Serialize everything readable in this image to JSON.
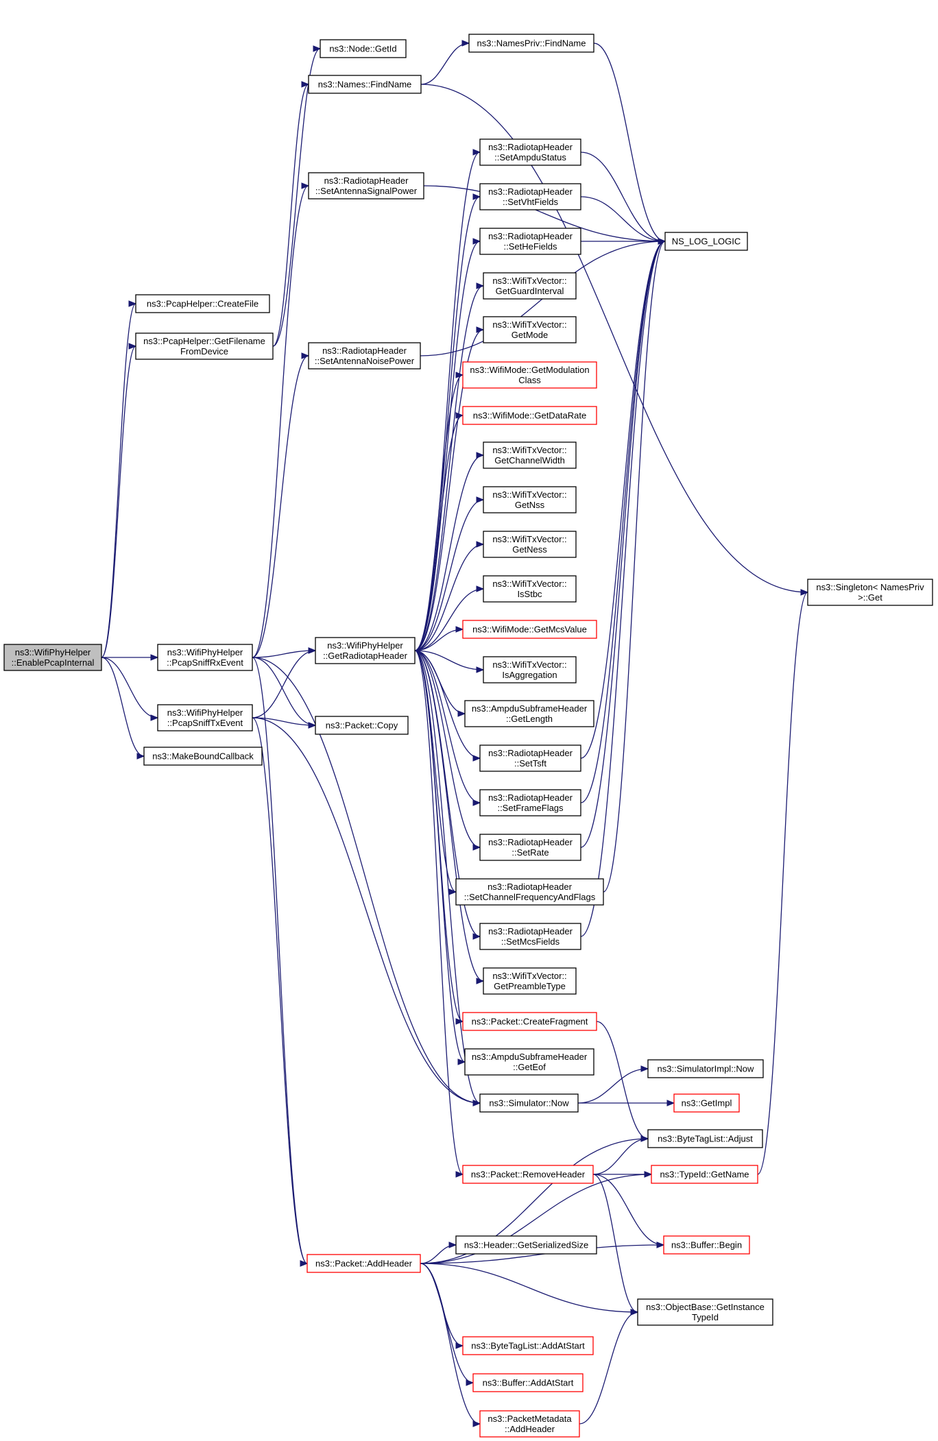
{
  "diagram": {
    "type": "call-graph",
    "colors": {
      "edge": "#191970",
      "node_border": "#000000",
      "node_border_truncated": "#ff0000",
      "root_fill": "#bfbfbf",
      "node_fill": "#ffffff"
    },
    "nodes": [
      {
        "id": "root",
        "lines": [
          "ns3::WifiPhyHelper",
          "::EnablePcapInternal"
        ],
        "root": true
      },
      {
        "id": "createfile",
        "lines": [
          "ns3::PcapHelper::CreateFile"
        ]
      },
      {
        "id": "getfilename",
        "lines": [
          "ns3::PcapHelper::GetFilename",
          "FromDevice"
        ]
      },
      {
        "id": "getid",
        "lines": [
          "ns3::Node::GetId"
        ]
      },
      {
        "id": "namesfind",
        "lines": [
          "ns3::Names::FindName"
        ]
      },
      {
        "id": "namesprivfind",
        "lines": [
          "ns3::NamesPriv::FindName"
        ]
      },
      {
        "id": "singleton",
        "lines": [
          "ns3::Singleton< NamesPriv",
          ">::Get"
        ]
      },
      {
        "id": "nslog",
        "lines": [
          "NS_LOG_LOGIC"
        ]
      },
      {
        "id": "sniffrx",
        "lines": [
          "ns3::WifiPhyHelper",
          "::PcapSniffRxEvent"
        ]
      },
      {
        "id": "snifftx",
        "lines": [
          "ns3::WifiPhyHelper",
          "::PcapSniffTxEvent"
        ]
      },
      {
        "id": "makebound",
        "lines": [
          "ns3::MakeBoundCallback"
        ]
      },
      {
        "id": "sigpower",
        "lines": [
          "ns3::RadiotapHeader",
          "::SetAntennaSignalPower"
        ]
      },
      {
        "id": "noisepower",
        "lines": [
          "ns3::RadiotapHeader",
          "::SetAntennaNoisePower"
        ]
      },
      {
        "id": "getradiotap",
        "lines": [
          "ns3::WifiPhyHelper",
          "::GetRadiotapHeader"
        ]
      },
      {
        "id": "pktcopy",
        "lines": [
          "ns3::Packet::Copy"
        ]
      },
      {
        "id": "ampdustatus",
        "lines": [
          "ns3::RadiotapHeader",
          "::SetAmpduStatus"
        ]
      },
      {
        "id": "vhtfields",
        "lines": [
          "ns3::RadiotapHeader",
          "::SetVhtFields"
        ]
      },
      {
        "id": "hefields",
        "lines": [
          "ns3::RadiotapHeader",
          "::SetHeFields"
        ]
      },
      {
        "id": "guardint",
        "lines": [
          "ns3::WifiTxVector::",
          "GetGuardInterval"
        ]
      },
      {
        "id": "getmode",
        "lines": [
          "ns3::WifiTxVector::",
          "GetMode"
        ]
      },
      {
        "id": "modclass",
        "lines": [
          "ns3::WifiMode::GetModulation",
          "Class"
        ],
        "truncated": true
      },
      {
        "id": "datarate",
        "lines": [
          "ns3::WifiMode::GetDataRate"
        ],
        "truncated": true
      },
      {
        "id": "chwidth",
        "lines": [
          "ns3::WifiTxVector::",
          "GetChannelWidth"
        ]
      },
      {
        "id": "nss",
        "lines": [
          "ns3::WifiTxVector::",
          "GetNss"
        ]
      },
      {
        "id": "ness",
        "lines": [
          "ns3::WifiTxVector::",
          "GetNess"
        ]
      },
      {
        "id": "stbc",
        "lines": [
          "ns3::WifiTxVector::",
          "IsStbc"
        ]
      },
      {
        "id": "mcsvalue",
        "lines": [
          "ns3::WifiMode::GetMcsValue"
        ],
        "truncated": true
      },
      {
        "id": "isagg",
        "lines": [
          "ns3::WifiTxVector::",
          "IsAggregation"
        ]
      },
      {
        "id": "ampdulen",
        "lines": [
          "ns3::AmpduSubframeHeader",
          "::GetLength"
        ]
      },
      {
        "id": "settsft",
        "lines": [
          "ns3::RadiotapHeader",
          "::SetTsft"
        ]
      },
      {
        "id": "frameflags",
        "lines": [
          "ns3::RadiotapHeader",
          "::SetFrameFlags"
        ]
      },
      {
        "id": "setrate",
        "lines": [
          "ns3::RadiotapHeader",
          "::SetRate"
        ]
      },
      {
        "id": "chfreq",
        "lines": [
          "ns3::RadiotapHeader",
          "::SetChannelFrequencyAndFlags"
        ]
      },
      {
        "id": "mcsfields",
        "lines": [
          "ns3::RadiotapHeader",
          "::SetMcsFields"
        ]
      },
      {
        "id": "preamble",
        "lines": [
          "ns3::WifiTxVector::",
          "GetPreambleType"
        ]
      },
      {
        "id": "createfrag",
        "lines": [
          "ns3::Packet::CreateFragment"
        ],
        "truncated": true
      },
      {
        "id": "geteof",
        "lines": [
          "ns3::AmpduSubframeHeader",
          "::GetEof"
        ]
      },
      {
        "id": "simnow",
        "lines": [
          "ns3::Simulator::Now"
        ]
      },
      {
        "id": "simimplnow",
        "lines": [
          "ns3::SimulatorImpl::Now"
        ]
      },
      {
        "id": "getimpl",
        "lines": [
          "ns3::GetImpl"
        ],
        "truncated": true
      },
      {
        "id": "adjust",
        "lines": [
          "ns3::ByteTagList::Adjust"
        ]
      },
      {
        "id": "removeheader",
        "lines": [
          "ns3::Packet::RemoveHeader"
        ],
        "truncated": true
      },
      {
        "id": "typeidname",
        "lines": [
          "ns3::TypeId::GetName"
        ],
        "truncated": true
      },
      {
        "id": "bufbegin",
        "lines": [
          "ns3::Buffer::Begin"
        ],
        "truncated": true
      },
      {
        "id": "serialsize",
        "lines": [
          "ns3::Header::GetSerializedSize"
        ]
      },
      {
        "id": "addheader",
        "lines": [
          "ns3::Packet::AddHeader"
        ],
        "truncated": true
      },
      {
        "id": "instancetype",
        "lines": [
          "ns3::ObjectBase::GetInstance",
          "TypeId"
        ]
      },
      {
        "id": "btladdstart",
        "lines": [
          "ns3::ByteTagList::AddAtStart"
        ],
        "truncated": true
      },
      {
        "id": "bufaddstart",
        "lines": [
          "ns3::Buffer::AddAtStart"
        ],
        "truncated": true
      },
      {
        "id": "pmaddheader",
        "lines": [
          "ns3::PacketMetadata",
          "::AddHeader"
        ],
        "truncated": true
      }
    ],
    "edges": [
      [
        "root",
        "createfile"
      ],
      [
        "root",
        "getfilename"
      ],
      [
        "root",
        "sniffrx"
      ],
      [
        "root",
        "snifftx"
      ],
      [
        "root",
        "makebound"
      ],
      [
        "getfilename",
        "getid"
      ],
      [
        "getfilename",
        "namesfind"
      ],
      [
        "namesfind",
        "namesprivfind"
      ],
      [
        "namesfind",
        "singleton"
      ],
      [
        "namesprivfind",
        "nslog"
      ],
      [
        "sniffrx",
        "sigpower"
      ],
      [
        "sniffrx",
        "noisepower"
      ],
      [
        "sniffrx",
        "getradiotap"
      ],
      [
        "sniffrx",
        "pktcopy"
      ],
      [
        "sniffrx",
        "addheader"
      ],
      [
        "sniffrx",
        "simnow"
      ],
      [
        "snifftx",
        "getradiotap"
      ],
      [
        "snifftx",
        "pktcopy"
      ],
      [
        "snifftx",
        "addheader"
      ],
      [
        "snifftx",
        "simnow"
      ],
      [
        "sigpower",
        "nslog"
      ],
      [
        "noisepower",
        "nslog"
      ],
      [
        "getradiotap",
        "ampdustatus"
      ],
      [
        "getradiotap",
        "vhtfields"
      ],
      [
        "getradiotap",
        "hefields"
      ],
      [
        "getradiotap",
        "guardint"
      ],
      [
        "getradiotap",
        "getmode"
      ],
      [
        "getradiotap",
        "modclass"
      ],
      [
        "getradiotap",
        "datarate"
      ],
      [
        "getradiotap",
        "chwidth"
      ],
      [
        "getradiotap",
        "nss"
      ],
      [
        "getradiotap",
        "ness"
      ],
      [
        "getradiotap",
        "stbc"
      ],
      [
        "getradiotap",
        "mcsvalue"
      ],
      [
        "getradiotap",
        "isagg"
      ],
      [
        "getradiotap",
        "ampdulen"
      ],
      [
        "getradiotap",
        "settsft"
      ],
      [
        "getradiotap",
        "frameflags"
      ],
      [
        "getradiotap",
        "setrate"
      ],
      [
        "getradiotap",
        "chfreq"
      ],
      [
        "getradiotap",
        "mcsfields"
      ],
      [
        "getradiotap",
        "preamble"
      ],
      [
        "getradiotap",
        "createfrag"
      ],
      [
        "getradiotap",
        "geteof"
      ],
      [
        "getradiotap",
        "simnow"
      ],
      [
        "getradiotap",
        "removeheader"
      ],
      [
        "ampdustatus",
        "nslog"
      ],
      [
        "vhtfields",
        "nslog"
      ],
      [
        "hefields",
        "nslog"
      ],
      [
        "settsft",
        "nslog"
      ],
      [
        "frameflags",
        "nslog"
      ],
      [
        "setrate",
        "nslog"
      ],
      [
        "chfreq",
        "nslog"
      ],
      [
        "mcsfields",
        "nslog"
      ],
      [
        "createfrag",
        "adjust"
      ],
      [
        "simnow",
        "simimplnow"
      ],
      [
        "simnow",
        "getimpl"
      ],
      [
        "removeheader",
        "adjust"
      ],
      [
        "removeheader",
        "typeidname"
      ],
      [
        "removeheader",
        "bufbegin"
      ],
      [
        "removeheader",
        "instancetype"
      ],
      [
        "typeidname",
        "singleton"
      ],
      [
        "addheader",
        "adjust"
      ],
      [
        "addheader",
        "typeidname"
      ],
      [
        "addheader",
        "bufbegin"
      ],
      [
        "addheader",
        "serialsize"
      ],
      [
        "addheader",
        "instancetype"
      ],
      [
        "addheader",
        "btladdstart"
      ],
      [
        "addheader",
        "bufaddstart"
      ],
      [
        "addheader",
        "pmaddheader"
      ],
      [
        "pmaddheader",
        "instancetype"
      ]
    ]
  }
}
